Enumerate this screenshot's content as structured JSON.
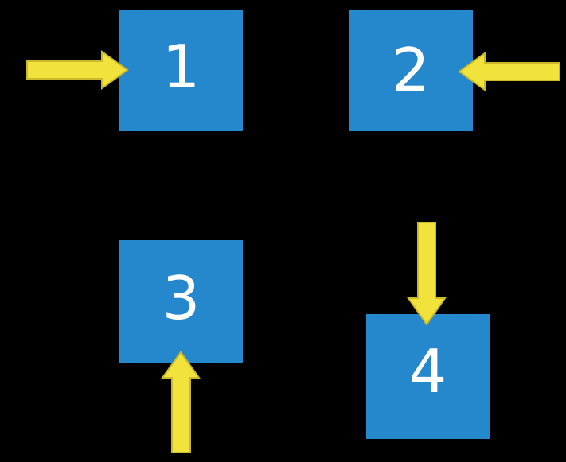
{
  "colors": {
    "background": "#000000",
    "square-fill": "#2688cc",
    "arrow-fill": "#f2e23c",
    "arrow-stroke": "#c9b92b",
    "label-text": "#ffffff"
  },
  "squares": [
    {
      "label": "1",
      "arrow_direction": "right"
    },
    {
      "label": "2",
      "arrow_direction": "left"
    },
    {
      "label": "3",
      "arrow_direction": "up"
    },
    {
      "label": "4",
      "arrow_direction": "down"
    }
  ]
}
